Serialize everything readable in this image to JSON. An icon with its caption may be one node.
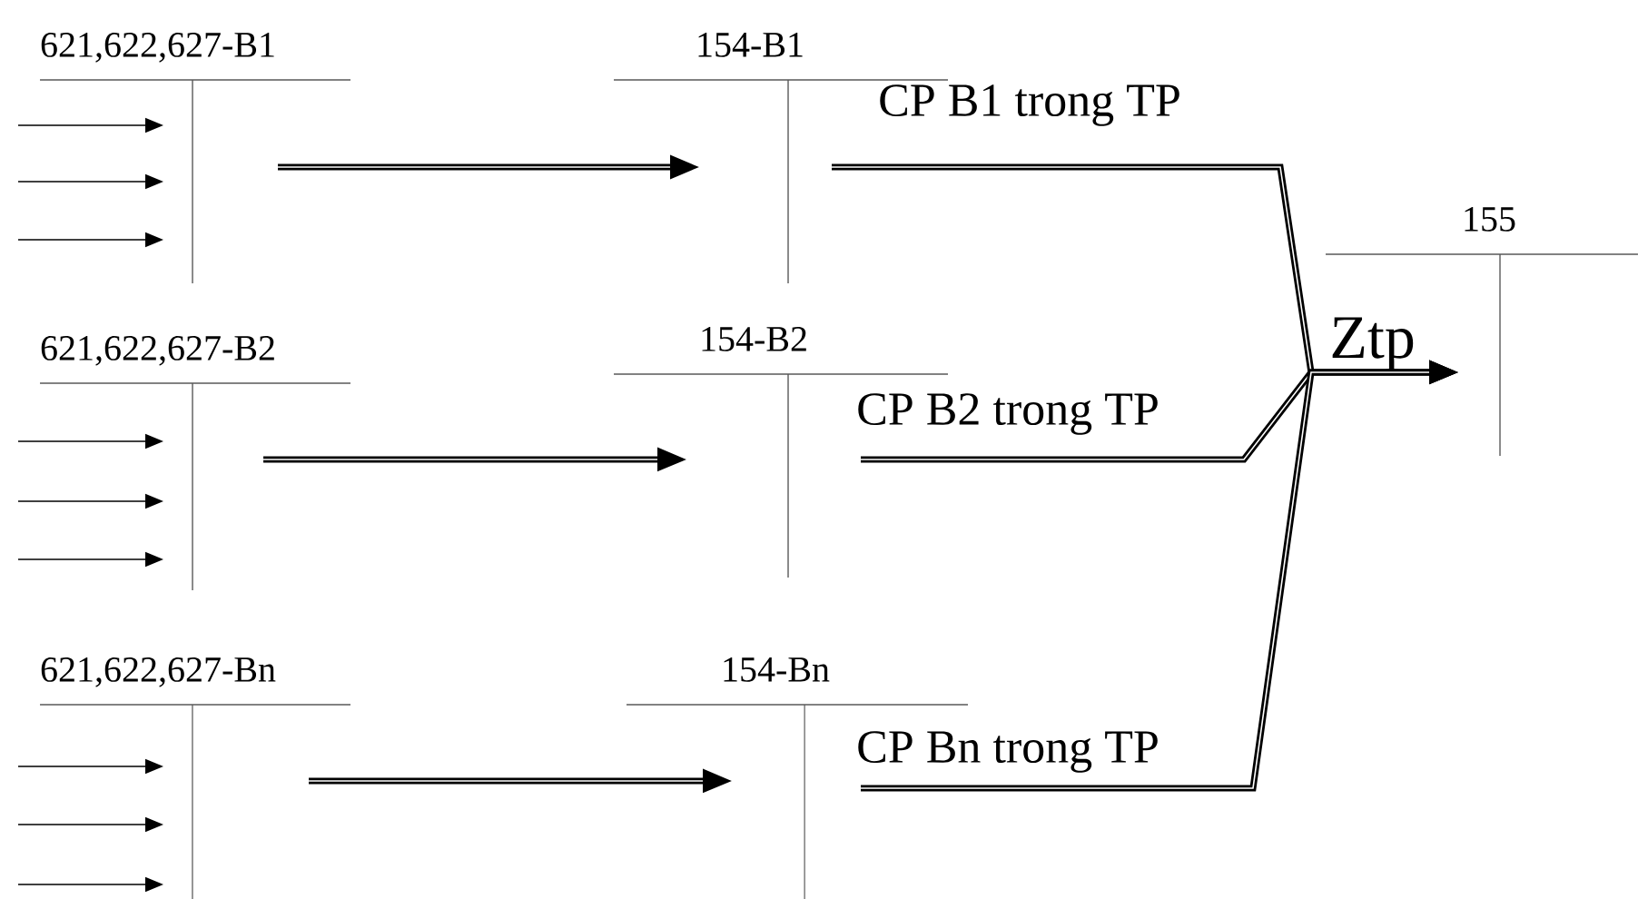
{
  "diagram": {
    "nodes": [
      {
        "text": [
          "621,622,627-B1"
        ]
      },
      {
        "text": [
          "154-B1"
        ]
      },
      {
        "text": [
          "621,622,627-B2"
        ]
      },
      {
        "text": [
          "154-B2"
        ]
      },
      {
        "text": [
          "621,622,627-Bn"
        ]
      },
      {
        "text": [
          "154-Bn"
        ]
      },
      {
        "text": [
          "155"
        ]
      }
    ],
    "edges": [
      {
        "from": null,
        "to": 0,
        "arrow": "to"
      },
      {
        "from": null,
        "to": 0,
        "arrow": "to"
      },
      {
        "from": null,
        "to": 0,
        "arrow": "to"
      },
      {
        "from": 0,
        "to": 1,
        "arrow": "to",
        "style": "thick"
      },
      {
        "from": null,
        "to": 2,
        "arrow": "to"
      },
      {
        "from": null,
        "to": 2,
        "arrow": "to"
      },
      {
        "from": null,
        "to": 2,
        "arrow": "to"
      },
      {
        "from": 2,
        "to": 3,
        "arrow": "to",
        "style": "thick"
      },
      {
        "from": null,
        "to": 4,
        "arrow": "to"
      },
      {
        "from": null,
        "to": 4,
        "arrow": "to"
      },
      {
        "from": null,
        "to": 4,
        "arrow": "to"
      },
      {
        "from": 4,
        "to": 5,
        "arrow": "to",
        "style": "thick"
      },
      {
        "from": 1,
        "to": 6,
        "arrow": "to",
        "style": "thick",
        "label": "CP B1 trong TP"
      },
      {
        "from": 3,
        "to": 6,
        "arrow": "to",
        "style": "thick",
        "label": "CP B2 trong TP"
      },
      {
        "from": 5,
        "to": 6,
        "arrow": "to",
        "style": "thick",
        "label": "CP Bn trong TP"
      }
    ],
    "labels": [
      "Ztp"
    ]
  }
}
